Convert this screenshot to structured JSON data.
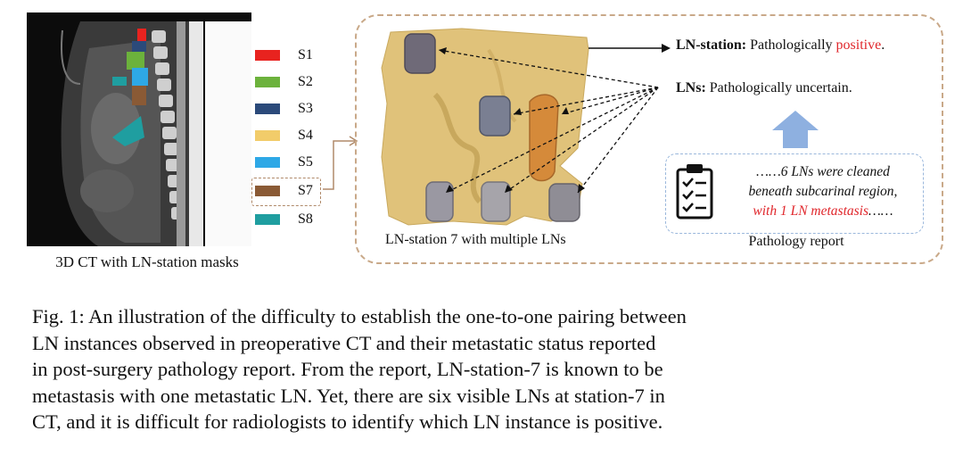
{
  "ct_panel": {
    "caption": "3D CT with LN-station masks"
  },
  "legend": {
    "items": [
      {
        "label": "S1",
        "color": "#e8231f"
      },
      {
        "label": "S2",
        "color": "#6cb23c"
      },
      {
        "label": "S3",
        "color": "#2b4a7a"
      },
      {
        "label": "S4",
        "color": "#f2cc6a"
      },
      {
        "label": "S5",
        "color": "#2ea8e6"
      },
      {
        "label": "S7",
        "color": "#8a5a35"
      },
      {
        "label": "S8",
        "color": "#1f9ea0"
      }
    ]
  },
  "station_panel": {
    "caption": "LN-station 7 with multiple LNs"
  },
  "annotations": {
    "station_label": "LN-station:",
    "station_text": " Pathologically ",
    "station_positive": "positive",
    "station_end": ".",
    "lns_label": "LNs:",
    "lns_text": " Pathologically uncertain."
  },
  "report": {
    "line1": "……6 LNs were cleaned",
    "line2": "beneath subcarinal region,",
    "line3_red": "with 1 LN metastasis",
    "line3_end": "……",
    "caption": "Pathology report"
  },
  "figure_caption": {
    "lines": [
      "Fig. 1: An illustration of the difficulty to establish the one-to-one pairing between",
      "LN instances observed in preoperative CT and their metastatic status reported",
      "in post-surgery pathology report. From the report, LN-station-7 is known to be",
      "metastasis with one metastatic LN. Yet, there are six visible LNs at station-7 in",
      "CT, and it is difficult for radiologists to identify which LN instance is positive."
    ]
  },
  "colors": {
    "arrow_up": "#8eb0e0",
    "station_fill": "#e0c27a",
    "node_fill": "#8b8a96",
    "positive_red": "#e0262b"
  }
}
